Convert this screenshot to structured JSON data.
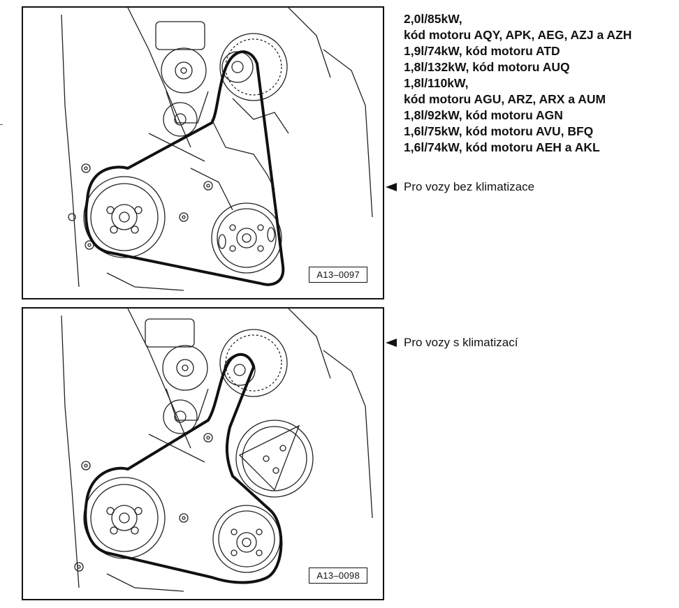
{
  "engines": [
    "2,0l/85kW,",
    "kód motoru AQY, APK, AEG, AZJ a AZH",
    "1,9l/74kW, kód motoru ATD",
    "1,8l/132kW, kód motoru AUQ",
    "1,8l/110kW,",
    "kód motoru AGU, ARZ, ARX a AUM",
    "1,8l/92kW, kód motoru AGN",
    "1,6l/75kW, kód motoru AVU, BFQ",
    "1,6l/74kW, kód motoru AEH a AKL"
  ],
  "figures": [
    {
      "label": "A13–0097",
      "caption": "Pro vozy bez klimatizace",
      "has_ac_compressor": false
    },
    {
      "label": "A13–0098",
      "caption": "Pro vozy s klimatizací",
      "has_ac_compressor": true
    }
  ],
  "colors": {
    "ink": "#111111",
    "paper": "#ffffff"
  }
}
